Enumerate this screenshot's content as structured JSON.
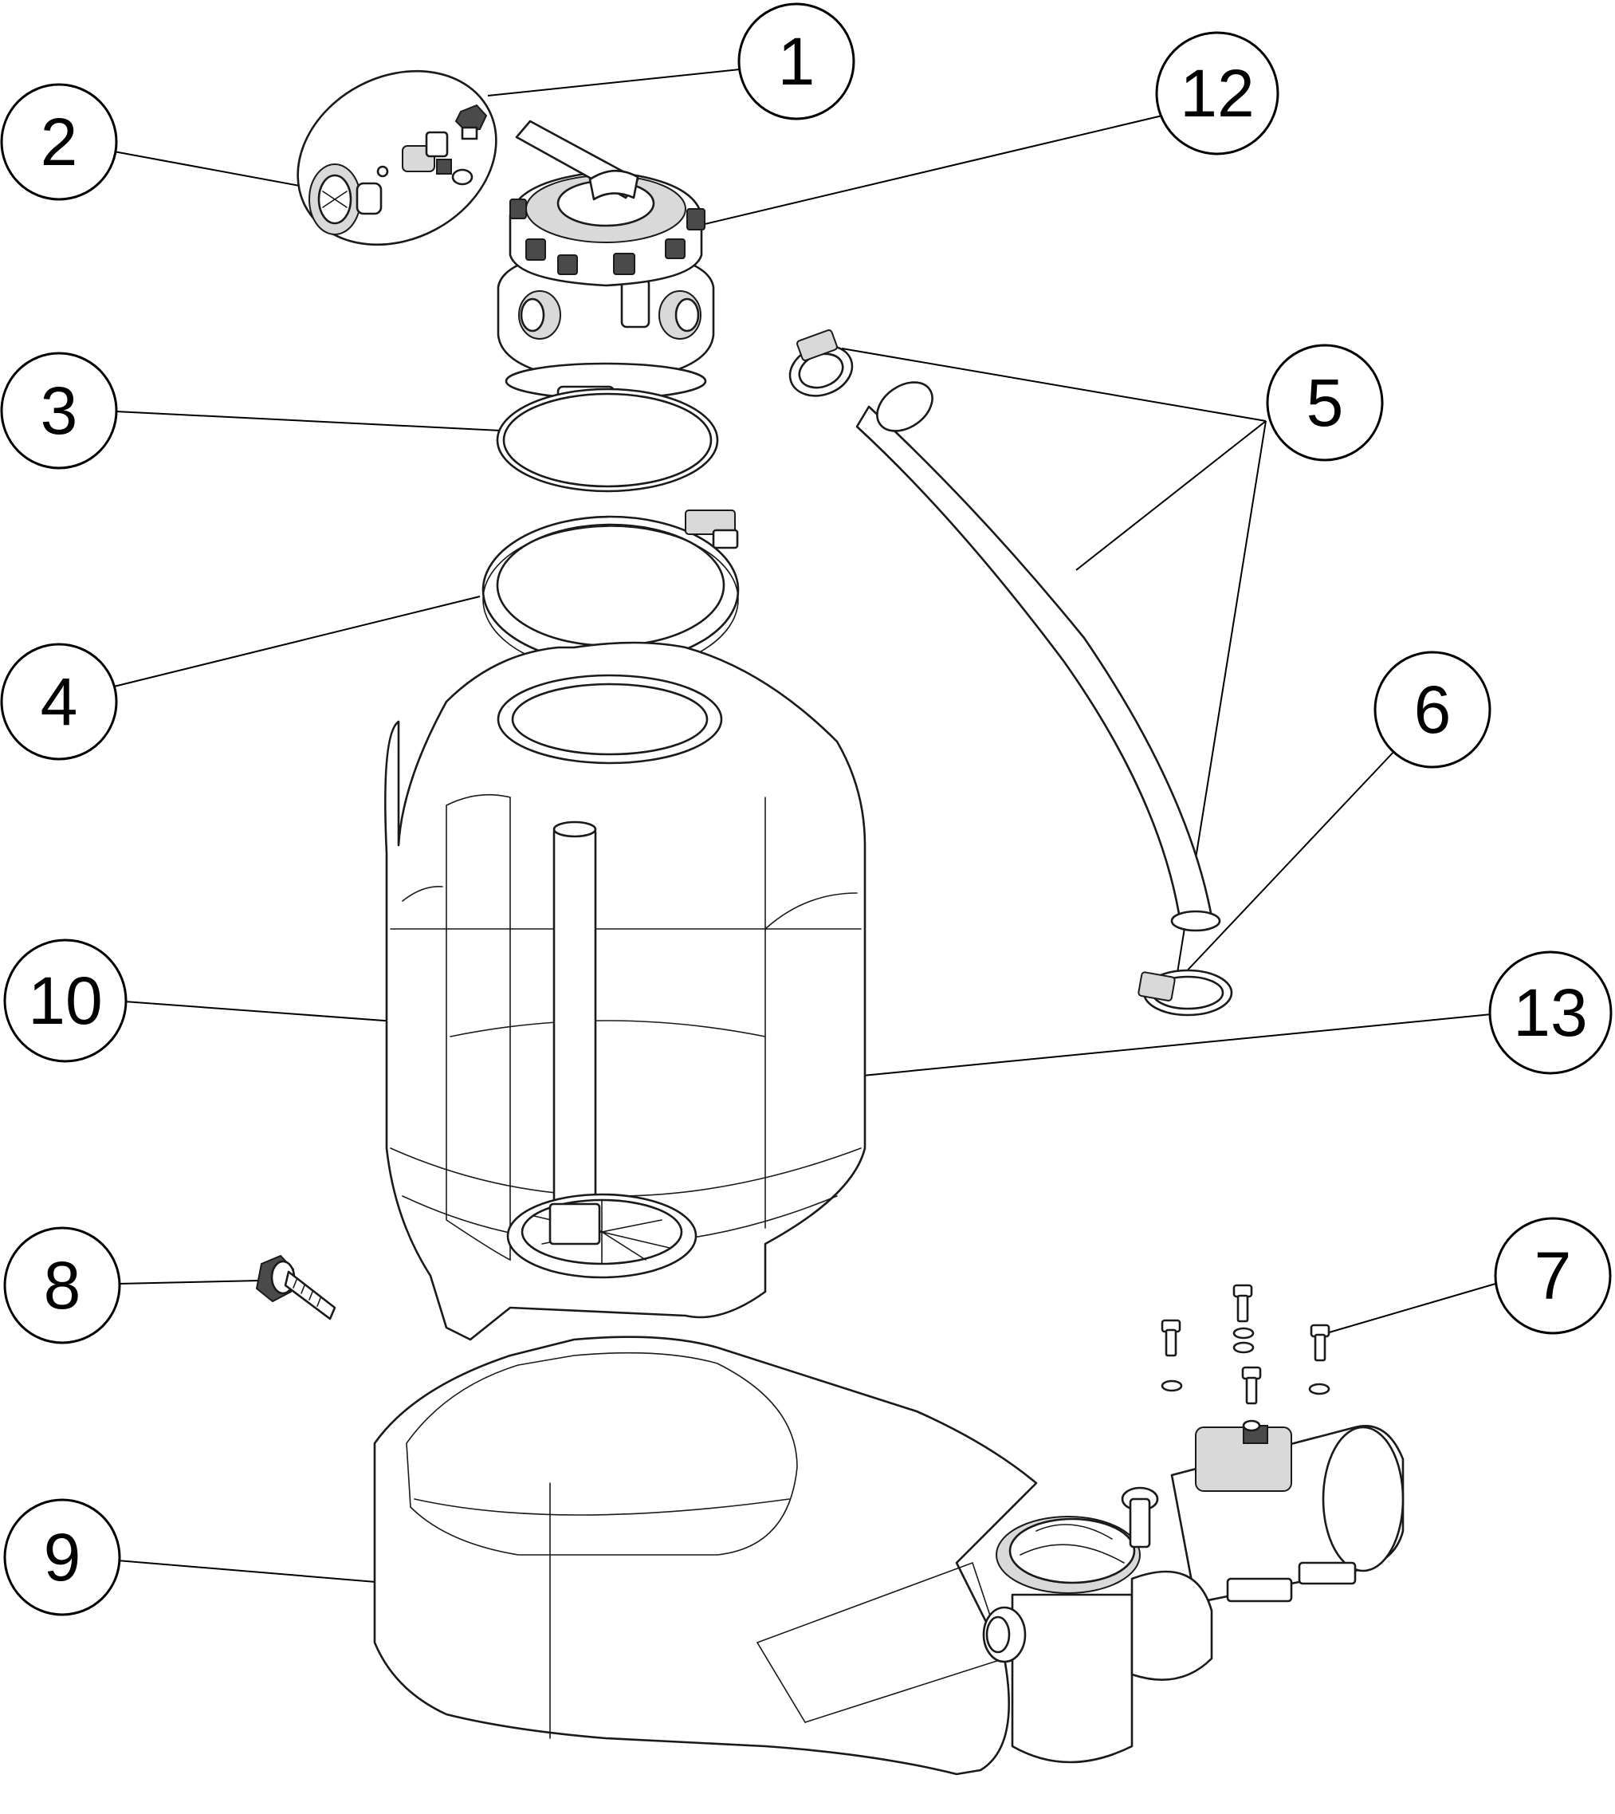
{
  "callouts": [
    {
      "id": "1",
      "label": "1"
    },
    {
      "id": "2",
      "label": "2"
    },
    {
      "id": "3",
      "label": "3"
    },
    {
      "id": "4",
      "label": "4"
    },
    {
      "id": "5",
      "label": "5"
    },
    {
      "id": "6",
      "label": "6"
    },
    {
      "id": "7",
      "label": "7"
    },
    {
      "id": "8",
      "label": "8"
    },
    {
      "id": "9",
      "label": "9"
    },
    {
      "id": "10",
      "label": "10"
    },
    {
      "id": "12",
      "label": "12"
    },
    {
      "id": "13",
      "label": "13"
    }
  ]
}
